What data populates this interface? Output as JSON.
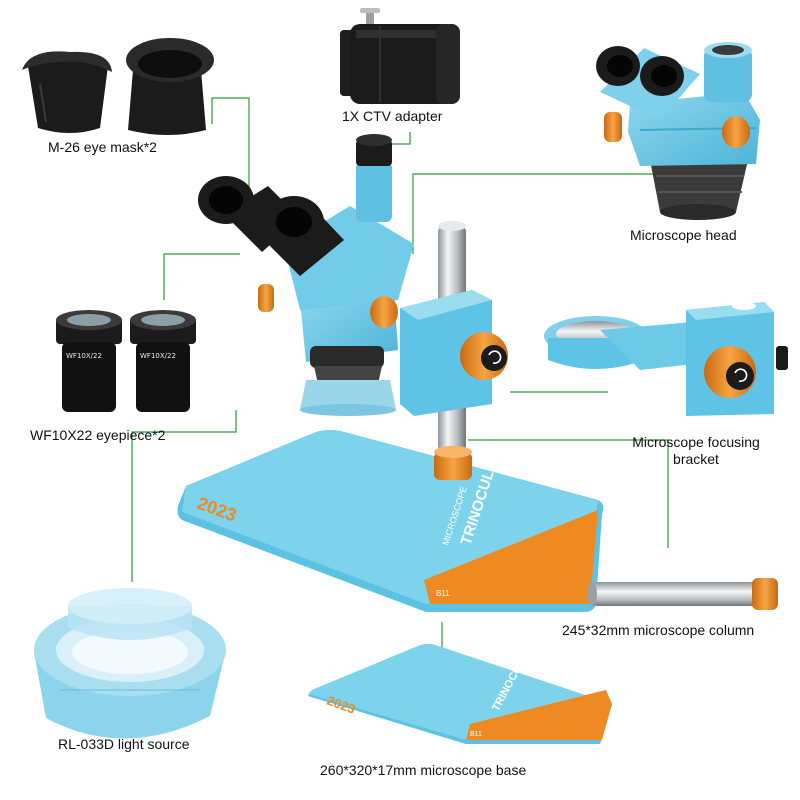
{
  "colors": {
    "body_blue": "#6cc8e4",
    "body_blue_dark": "#3fa8cc",
    "knob_orange": "#ef8a22",
    "rubber_black": "#1b1b1b",
    "leader_green": "#2e9a3e",
    "chrome": "#cfd3d6"
  },
  "labels": {
    "eye_mask": "M-26 eye mask*2",
    "ctv_adapter": "1X CTV adapter",
    "microscope_head": "Microscope head",
    "eyepiece": "WF10X22 eyepiece*2",
    "focusing_bracket_line1": "Microscope focusing",
    "focusing_bracket_line2": "bracket",
    "column": "245*32mm microscope column",
    "light_source": "RL-033D light source",
    "base": "260*320*17mm microscope base"
  },
  "product_prints": {
    "year": "2023",
    "trinocular": "TRINOCULAR",
    "microscope": "MICROSCOPE",
    "model": "B11",
    "eyepiece_marking": "WF10X/22"
  },
  "icons": [
    "eye-mask-icon",
    "ctv-adapter-icon",
    "microscope-head-icon",
    "eyepiece-icon",
    "focusing-bracket-icon",
    "column-icon",
    "light-ring-icon",
    "base-plate-icon"
  ]
}
